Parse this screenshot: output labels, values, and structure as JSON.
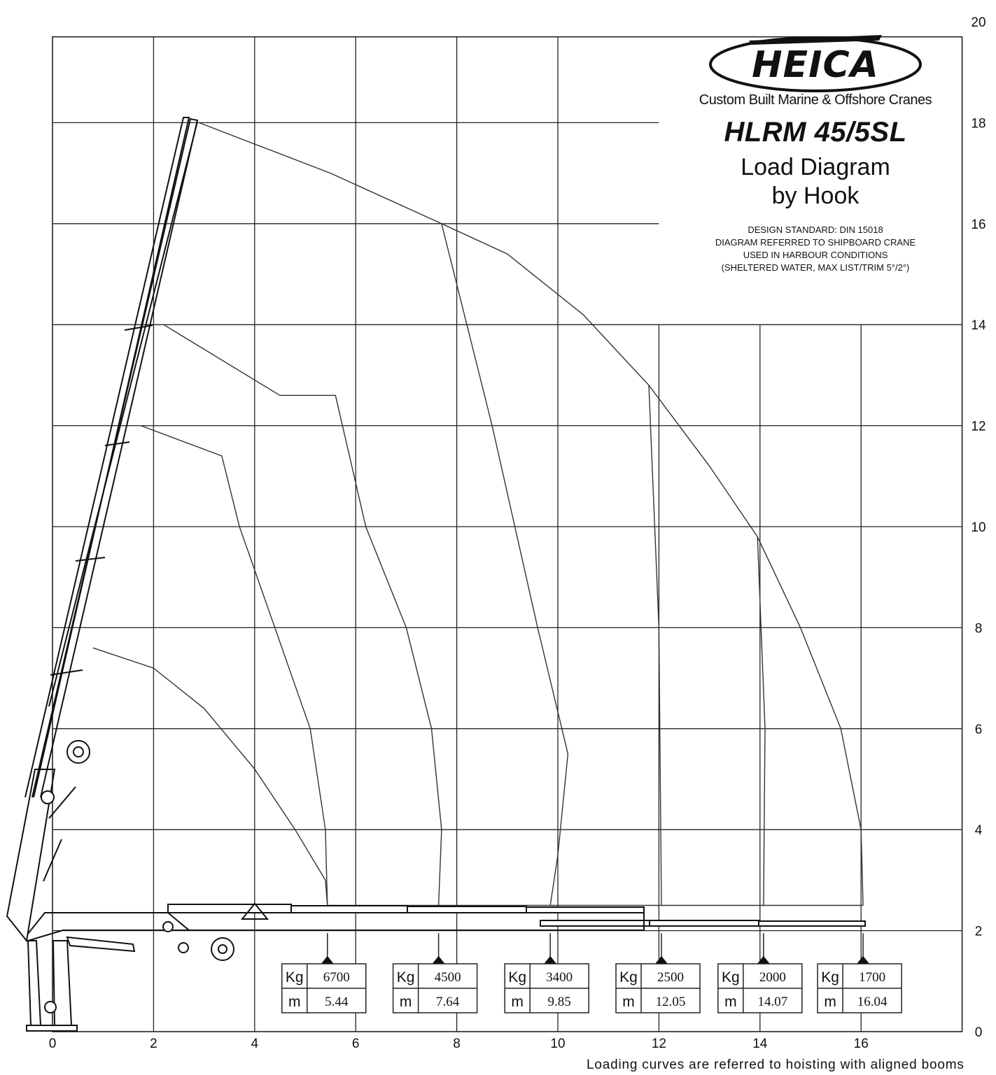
{
  "brand": {
    "logo_text": "HEICA",
    "tagline": "Custom Built Marine & Offshore Cranes"
  },
  "title": {
    "model": "HLRM 45/5SL",
    "subtitle_line1": "Load Diagram",
    "subtitle_line2": "by Hook"
  },
  "notes": [
    "DESIGN STANDARD: DIN 15018",
    "DIAGRAM REFERRED TO SHIPBOARD CRANE",
    "USED IN HARBOUR CONDITIONS",
    "(SHELTERED WATER, MAX LIST/TRIM 5°/2°)"
  ],
  "footnote": "Loading curves are referred to hoisting with aligned booms",
  "axes": {
    "x_ticks": [
      "0",
      "2",
      "4",
      "6",
      "8",
      "10",
      "12",
      "14",
      "16"
    ],
    "y_ticks": [
      "0",
      "2",
      "4",
      "6",
      "8",
      "10",
      "12",
      "14",
      "16",
      "18",
      "20"
    ],
    "x_range": [
      0,
      18
    ],
    "y_range": [
      0,
      20
    ],
    "grid": true
  },
  "load_table": [
    {
      "kg_label": "Kg",
      "m_label": "m",
      "kg": "6700",
      "m": "5.44"
    },
    {
      "kg_label": "Kg",
      "m_label": "m",
      "kg": "4500",
      "m": "7.64"
    },
    {
      "kg_label": "Kg",
      "m_label": "m",
      "kg": "3400",
      "m": "9.85"
    },
    {
      "kg_label": "Kg",
      "m_label": "m",
      "kg": "2500",
      "m": "12.05"
    },
    {
      "kg_label": "Kg",
      "m_label": "m",
      "kg": "2000",
      "m": "14.07"
    },
    {
      "kg_label": "Kg",
      "m_label": "m",
      "kg": "1700",
      "m": "16.04"
    }
  ],
  "curves": [
    {
      "points": [
        [
          0.8,
          7.6
        ],
        [
          2.0,
          7.2
        ],
        [
          3.0,
          6.4
        ],
        [
          4.0,
          5.2
        ],
        [
          4.8,
          4.0
        ],
        [
          5.4,
          3.0
        ],
        [
          5.44,
          2.5
        ]
      ]
    },
    {
      "points": [
        [
          1.75,
          12.0
        ],
        [
          3.35,
          11.4
        ],
        [
          3.7,
          10.0
        ],
        [
          4.4,
          8.0
        ],
        [
          5.1,
          6.0
        ],
        [
          5.4,
          4.0
        ],
        [
          5.44,
          2.5
        ]
      ]
    },
    {
      "points": [
        [
          2.2,
          14.0
        ],
        [
          4.5,
          12.6
        ],
        [
          5.6,
          12.6
        ],
        [
          6.2,
          10.0
        ],
        [
          7.0,
          8.0
        ],
        [
          7.5,
          6.0
        ],
        [
          7.7,
          4.0
        ],
        [
          7.64,
          2.5
        ]
      ]
    },
    {
      "points": [
        [
          2.9,
          18.0
        ],
        [
          5.5,
          17.0
        ],
        [
          7.7,
          16.0
        ],
        [
          8.7,
          12.0
        ],
        [
          9.6,
          8.0
        ],
        [
          10.2,
          5.5
        ],
        [
          10.0,
          3.5
        ],
        [
          9.85,
          2.5
        ]
      ]
    },
    {
      "points": [
        [
          7.7,
          16.0
        ],
        [
          9.0,
          15.4
        ],
        [
          10.5,
          14.2
        ],
        [
          11.8,
          12.8
        ],
        [
          12.0,
          8.0
        ],
        [
          12.05,
          2.5
        ]
      ]
    },
    {
      "points": [
        [
          11.8,
          12.8
        ],
        [
          13.0,
          11.2
        ],
        [
          13.95,
          9.8
        ],
        [
          14.1,
          6.0
        ],
        [
          14.07,
          2.5
        ]
      ]
    },
    {
      "points": [
        [
          13.95,
          9.8
        ],
        [
          14.8,
          8.0
        ],
        [
          15.6,
          6.0
        ],
        [
          16.0,
          4.0
        ],
        [
          16.04,
          2.5
        ]
      ]
    }
  ]
}
